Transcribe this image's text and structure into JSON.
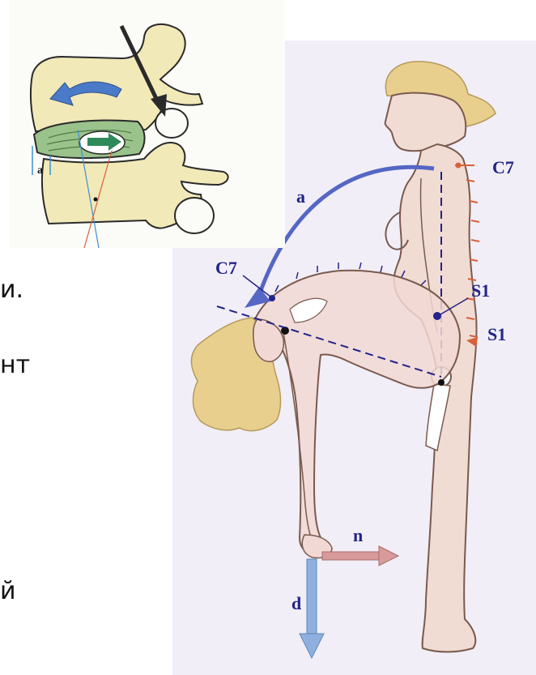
{
  "slide": {
    "fragments": [
      "и.",
      "нт",
      "й"
    ]
  },
  "main_figure": {
    "labels": {
      "c7_standing": "C7",
      "c7_bent": "C7",
      "s1_bent": "S1",
      "s1_standing": "S1",
      "arrow_a": "a",
      "arrow_n": "n",
      "arrow_d": "d"
    },
    "colors": {
      "background": "#f1eef7",
      "skin": "#f0dcd3",
      "outline": "#7a5a4e",
      "hair": "#e8cf8e",
      "blue_arrow": "#5566c4",
      "pink_arrow": "#d89a9a",
      "light_blue_arrow": "#8fb0de",
      "marker_red": "#d9603a",
      "dashed_line": "#23238a"
    }
  },
  "inset_figure": {
    "labels": {
      "angle_a": "a"
    },
    "colors": {
      "background": "#fbfbf8",
      "bone": "#f1e9b8",
      "bone_outline": "#2a2a2a",
      "disc": "#9ac28b",
      "blue_arrow": "#4a7bc8",
      "green_arrow": "#2f8a5a"
    }
  }
}
